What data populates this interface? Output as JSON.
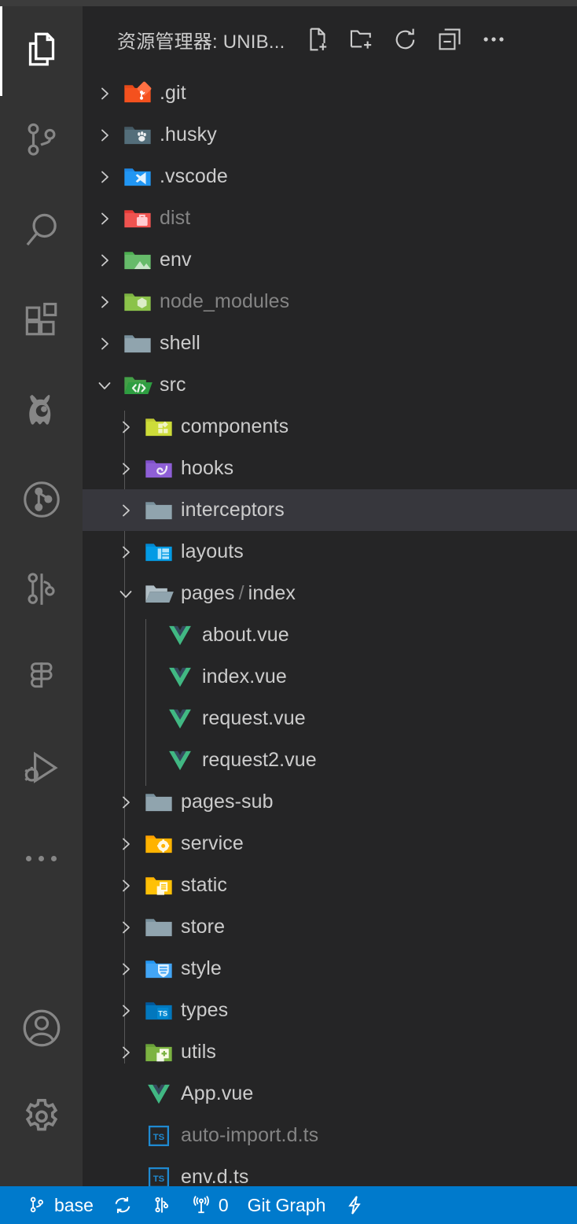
{
  "window": {
    "background": "#1e1e1e",
    "panel_background": "#252526",
    "activitybar_background": "#333333",
    "highlight_color": "#37373d",
    "accent_color": "#007acc",
    "text_color": "#cccccc",
    "dim_text_color": "#848484"
  },
  "activitybar": {
    "items": [
      {
        "name": "explorer",
        "icon": "files-icon",
        "active": true
      },
      {
        "name": "source-control",
        "icon": "source-control-icon",
        "active": false
      },
      {
        "name": "search",
        "icon": "search-icon",
        "active": false
      },
      {
        "name": "extensions",
        "icon": "extensions-icon",
        "active": false
      },
      {
        "name": "monster",
        "icon": "monster-icon",
        "active": false
      },
      {
        "name": "git-graph",
        "icon": "git-graph-circle-icon",
        "active": false
      },
      {
        "name": "git-compare",
        "icon": "git-compare-icon",
        "active": false
      },
      {
        "name": "figma",
        "icon": "figma-icon",
        "active": false
      },
      {
        "name": "run-and-debug",
        "icon": "run-and-debug-icon",
        "active": false
      },
      {
        "name": "more-views",
        "icon": "ellipsis-icon",
        "active": false
      }
    ],
    "bottom_items": [
      {
        "name": "accounts",
        "icon": "account-icon"
      },
      {
        "name": "manage-settings",
        "icon": "gear-icon"
      }
    ]
  },
  "explorer": {
    "title": "资源管理器: UNIB...",
    "actions": [
      {
        "name": "new-file",
        "icon": "new-file-icon",
        "tooltip": "新建文件"
      },
      {
        "name": "new-folder",
        "icon": "new-folder-icon",
        "tooltip": "新建文件夹"
      },
      {
        "name": "refresh-explorer",
        "icon": "refresh-icon",
        "tooltip": "刷新资源管理器"
      },
      {
        "name": "collapse-folders",
        "icon": "collapse-all-icon",
        "tooltip": "在资源管理器中折叠文件夹"
      },
      {
        "name": "explorer-more",
        "icon": "ellipsis-icon",
        "tooltip": "视图和更多操作..."
      }
    ],
    "tree": [
      {
        "label": ".git",
        "depth": 0,
        "type": "folder",
        "icon": "folder-git",
        "state": "collapsed",
        "dim": false
      },
      {
        "label": ".husky",
        "depth": 0,
        "type": "folder",
        "icon": "folder-husky",
        "state": "collapsed",
        "dim": false
      },
      {
        "label": ".vscode",
        "depth": 0,
        "type": "folder",
        "icon": "folder-vscode",
        "state": "collapsed",
        "dim": false
      },
      {
        "label": "dist",
        "depth": 0,
        "type": "folder",
        "icon": "folder-dist",
        "state": "collapsed",
        "dim": true
      },
      {
        "label": "env",
        "depth": 0,
        "type": "folder",
        "icon": "folder-env",
        "state": "collapsed",
        "dim": false
      },
      {
        "label": "node_modules",
        "depth": 0,
        "type": "folder",
        "icon": "folder-node",
        "state": "collapsed",
        "dim": true
      },
      {
        "label": "shell",
        "depth": 0,
        "type": "folder",
        "icon": "folder-default",
        "state": "collapsed",
        "dim": false
      },
      {
        "label": "src",
        "depth": 0,
        "type": "folder",
        "icon": "folder-src",
        "state": "expanded",
        "dim": false
      },
      {
        "label": "components",
        "depth": 1,
        "type": "folder",
        "icon": "folder-components",
        "state": "collapsed",
        "dim": false
      },
      {
        "label": "hooks",
        "depth": 1,
        "type": "folder",
        "icon": "folder-hooks",
        "state": "collapsed",
        "dim": false
      },
      {
        "label": "interceptors",
        "depth": 1,
        "type": "folder",
        "icon": "folder-default",
        "state": "collapsed",
        "dim": false,
        "highlight": true
      },
      {
        "label": "layouts",
        "depth": 1,
        "type": "folder",
        "icon": "folder-layouts",
        "state": "collapsed",
        "dim": false
      },
      {
        "label": "pages",
        "label2": "index",
        "depth": 1,
        "type": "folder",
        "icon": "folder-open-default",
        "state": "expanded",
        "dim": false
      },
      {
        "label": "about.vue",
        "depth": 2,
        "type": "file",
        "icon": "file-vue",
        "state": "leaf",
        "dim": false
      },
      {
        "label": "index.vue",
        "depth": 2,
        "type": "file",
        "icon": "file-vue",
        "state": "leaf",
        "dim": false
      },
      {
        "label": "request.vue",
        "depth": 2,
        "type": "file",
        "icon": "file-vue",
        "state": "leaf",
        "dim": false
      },
      {
        "label": "request2.vue",
        "depth": 2,
        "type": "file",
        "icon": "file-vue",
        "state": "leaf",
        "dim": false
      },
      {
        "label": "pages-sub",
        "depth": 1,
        "type": "folder",
        "icon": "folder-default",
        "state": "collapsed",
        "dim": false
      },
      {
        "label": "service",
        "depth": 1,
        "type": "folder",
        "icon": "folder-service",
        "state": "collapsed",
        "dim": false
      },
      {
        "label": "static",
        "depth": 1,
        "type": "folder",
        "icon": "folder-static",
        "state": "collapsed",
        "dim": false
      },
      {
        "label": "store",
        "depth": 1,
        "type": "folder",
        "icon": "folder-default",
        "state": "collapsed",
        "dim": false
      },
      {
        "label": "style",
        "depth": 1,
        "type": "folder",
        "icon": "folder-style",
        "state": "collapsed",
        "dim": false
      },
      {
        "label": "types",
        "depth": 1,
        "type": "folder",
        "icon": "folder-types",
        "state": "collapsed",
        "dim": false
      },
      {
        "label": "utils",
        "depth": 1,
        "type": "folder",
        "icon": "folder-utils",
        "state": "collapsed",
        "dim": false
      },
      {
        "label": "App.vue",
        "depth": 1,
        "type": "file",
        "icon": "file-vue",
        "state": "leaf",
        "dim": false
      },
      {
        "label": "auto-import.d.ts",
        "depth": 1,
        "type": "file",
        "icon": "file-dts",
        "state": "leaf",
        "dim": true
      },
      {
        "label": "env.d.ts",
        "depth": 1,
        "type": "file",
        "icon": "file-dts",
        "state": "leaf",
        "dim": false
      }
    ]
  },
  "statusbar": {
    "items": [
      {
        "name": "branch",
        "icon": "source-control-icon",
        "text": "base"
      },
      {
        "name": "sync-changes",
        "icon": "sync-icon",
        "text": ""
      },
      {
        "name": "git-compare",
        "icon": "git-compare-icon",
        "text": ""
      },
      {
        "name": "remote-ports",
        "icon": "radio-tower-icon",
        "text": "0"
      },
      {
        "name": "git-graph",
        "icon": "",
        "text": "Git Graph"
      },
      {
        "name": "lightning",
        "icon": "lightning-icon",
        "text": ""
      }
    ]
  }
}
